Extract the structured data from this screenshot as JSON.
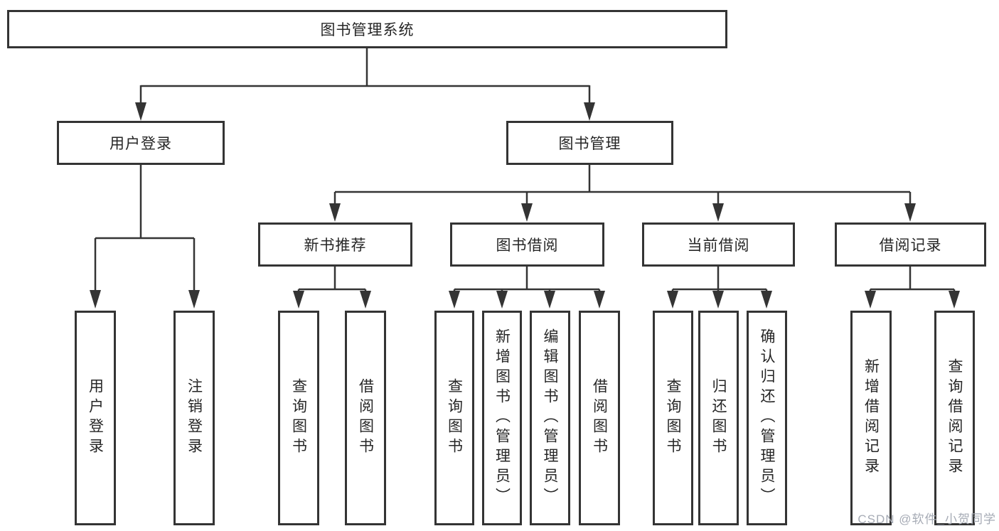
{
  "diagram": {
    "root": "图书管理系统",
    "user_login": {
      "label": "用户登录",
      "children": [
        "用户登录",
        "注销登录"
      ]
    },
    "book_mgmt": {
      "label": "图书管理",
      "groups": [
        {
          "label": "新书推荐",
          "children": [
            "查询图书",
            "借阅图书"
          ]
        },
        {
          "label": "图书借阅",
          "children": [
            "查询图书",
            "新增图书（管理员）",
            "编辑图书（管理员）",
            "借阅图书"
          ]
        },
        {
          "label": "当前借阅",
          "children": [
            "查询图书",
            "归还图书",
            "确认归还（管理员）"
          ]
        },
        {
          "label": "借阅记录",
          "children": [
            "新增借阅记录",
            "查询借阅记录"
          ]
        }
      ]
    },
    "watermark": "CSDN @软件_小贺同学",
    "colors": {
      "line": "#343434",
      "text": "#262626",
      "watermark": "#a6abb5",
      "background": "#ffffff"
    }
  }
}
